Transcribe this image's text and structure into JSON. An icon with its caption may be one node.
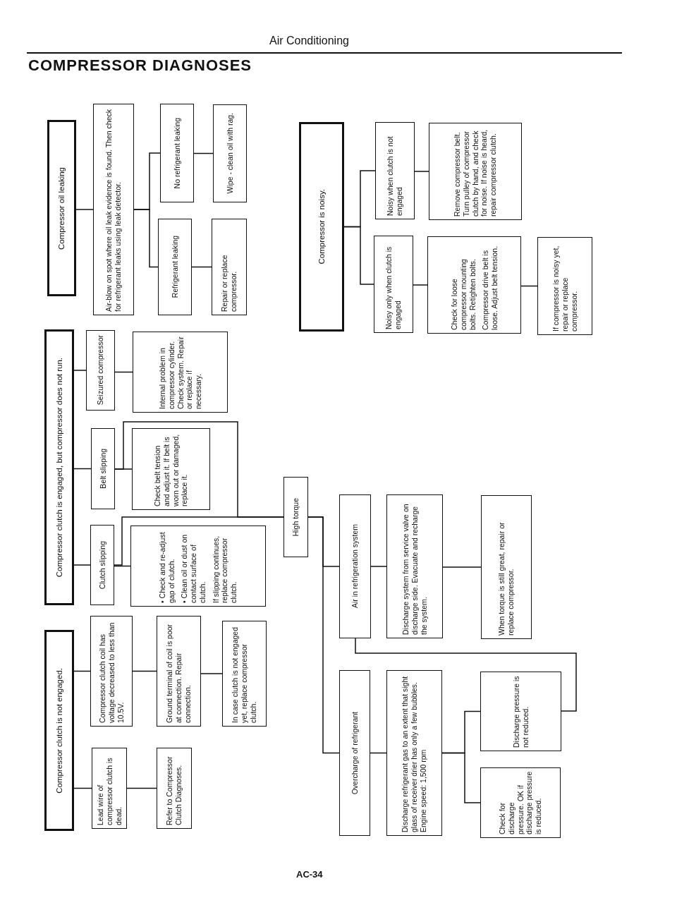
{
  "diagram": {
    "title": "COMPRESSOR DIAGNOSES",
    "nodes": [
      {
        "text": [
          "Compressor clutch is not engaged."
        ]
      },
      {
        "text": [
          "Lead wire of compressor clutch is dead."
        ]
      },
      {
        "text": [
          "Compressor clutch coil has voltage decreased to less than 10.5V."
        ]
      },
      {
        "text": [
          "Refer to Compressor Clutch Diagnoses."
        ]
      },
      {
        "text": [
          "Ground terminal of coil is poor at connection. Repair connection."
        ]
      },
      {
        "text": [
          "In case clutch is not engaged yet, replace compressor clutch."
        ]
      },
      {
        "text": [
          "Compressor clutch is engaged, but compressor does not run."
        ]
      },
      {
        "text": [
          "Clutch slipping"
        ]
      },
      {
        "text": [
          "Belt slipping"
        ]
      },
      {
        "text": [
          "Seizured compressor"
        ]
      },
      {
        "text": [
          "• Check and re-adjust gap of clutch.",
          "• Clean oil or dust on contact surface of clutch.",
          "If slipping continues, replace compressor clutch."
        ]
      },
      {
        "text": [
          "Check belt tension and adjust it. If belt is worn out or damaged, replace it."
        ]
      },
      {
        "text": [
          "Internal problem in compressor cylinder. Check system. Repair or replace if necessary."
        ]
      },
      {
        "text": [
          "High torque"
        ]
      },
      {
        "text": [
          "Compressor oil leaking"
        ]
      },
      {
        "text": [
          "Air-blow on spot where oil leak evidence is found. Then check for refrigerant leaks using leak detector."
        ]
      },
      {
        "text": [
          "Refrigerant leaking"
        ]
      },
      {
        "text": [
          "No refrigerant leaking"
        ]
      },
      {
        "text": [
          "Repair or replace compressor."
        ]
      },
      {
        "text": [
          "Wipe - clean oil with rag."
        ]
      },
      {
        "text": [
          "Overcharge of refrigerant"
        ]
      },
      {
        "text": [
          "Air in refrigeration system"
        ]
      },
      {
        "text": [
          "Discharge refrigerant gas to an extent that sight glass of receiver drier has only a few bubbles. Engine speed: 1,500 rpm"
        ]
      },
      {
        "text": [
          "Discharge system from service valve on discharge side. Evacuate and recharge the system."
        ]
      },
      {
        "text": [
          "Check for discharge pressure. OK if discharge pressure is reduced."
        ]
      },
      {
        "text": [
          "Discharge pressure is not reduced."
        ]
      },
      {
        "text": [
          "When torque is still great, repair or replace compressor."
        ]
      },
      {
        "text": [
          "Compressor is noisy."
        ]
      },
      {
        "text": [
          "Noisy only when clutch is engaged"
        ]
      },
      {
        "text": [
          "Noisy when clutch is not engaged"
        ]
      },
      {
        "text": [
          "Check for loose compressor mounting bolts. Retighten bolts.",
          "Compressor drive belt is loose. Adjust belt tension."
        ]
      },
      {
        "text": [
          "Remove compressor belt. Turn pulley of compressor clutch by hand, and check for noise. If noise is heard, repair compressor clutch."
        ]
      },
      {
        "text": [
          "If compressor is noisy yet, repair or replace compressor."
        ]
      }
    ],
    "edges": [
      {
        "from": 0,
        "to": 1,
        "arrow": "none"
      },
      {
        "from": 0,
        "to": 2,
        "arrow": "none"
      },
      {
        "from": 1,
        "to": 3,
        "arrow": "none"
      },
      {
        "from": 2,
        "to": 4,
        "arrow": "none"
      },
      {
        "from": 4,
        "to": 5,
        "arrow": "none"
      },
      {
        "from": 6,
        "to": 7,
        "arrow": "none"
      },
      {
        "from": 6,
        "to": 8,
        "arrow": "none"
      },
      {
        "from": 6,
        "to": 9,
        "arrow": "none"
      },
      {
        "from": 7,
        "to": 10,
        "arrow": "none"
      },
      {
        "from": 8,
        "to": 11,
        "arrow": "none"
      },
      {
        "from": 9,
        "to": 12,
        "arrow": "none"
      },
      {
        "from": 8,
        "to": 13,
        "arrow": "none"
      },
      {
        "from": 7,
        "to": 13,
        "arrow": "none"
      },
      {
        "from": 13,
        "to": 21,
        "arrow": "none"
      },
      {
        "from": 13,
        "to": 20,
        "arrow": "none"
      },
      {
        "from": 21,
        "to": 23,
        "arrow": "none"
      },
      {
        "from": 23,
        "to": 26,
        "arrow": "none"
      },
      {
        "from": 20,
        "to": 22,
        "arrow": "none"
      },
      {
        "from": 22,
        "to": 25,
        "arrow": "none"
      },
      {
        "from": 22,
        "to": 24,
        "arrow": "none"
      },
      {
        "from": 25,
        "to": 21,
        "arrow": "none"
      },
      {
        "from": 14,
        "to": 15,
        "arrow": "none"
      },
      {
        "from": 15,
        "to": 16,
        "arrow": "none"
      },
      {
        "from": 15,
        "to": 17,
        "arrow": "none"
      },
      {
        "from": 16,
        "to": 18,
        "arrow": "none"
      },
      {
        "from": 17,
        "to": 19,
        "arrow": "none"
      },
      {
        "from": 27,
        "to": 29,
        "arrow": "none"
      },
      {
        "from": 27,
        "to": 28,
        "arrow": "none"
      },
      {
        "from": 29,
        "to": 31,
        "arrow": "none"
      },
      {
        "from": 28,
        "to": 30,
        "arrow": "none"
      },
      {
        "from": 30,
        "to": 32,
        "arrow": "none"
      }
    ],
    "labels": [
      "Air Conditioning",
      "AC-34"
    ]
  }
}
